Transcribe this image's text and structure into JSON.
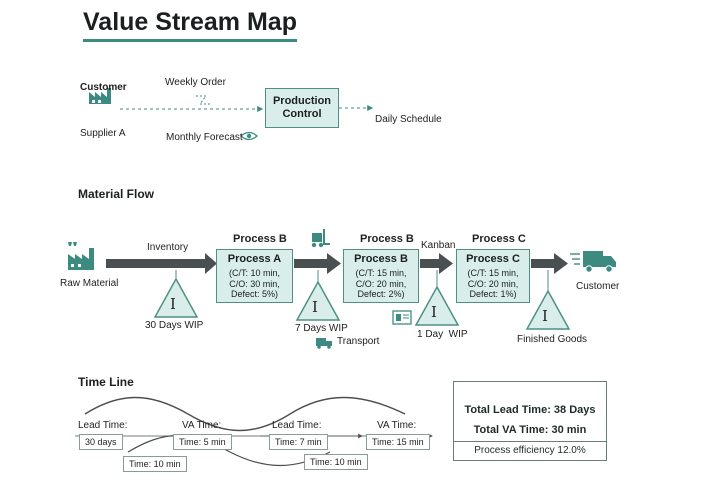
{
  "title": "Value Stream Map",
  "info_flow": {
    "customer_label": "Customer",
    "supplier_label": "Supplier A",
    "weekly_order": "Weekly Order",
    "monthly_forecast": "Monthly Forecast",
    "production_control": "Production Control",
    "daily_schedule": "Daily Schedule"
  },
  "material_flow": {
    "section_title": "Material Flow",
    "raw_material": "Raw Material",
    "inventory_label": "Inventory",
    "kanban_label": "Kanban",
    "customer_label": "Customer",
    "transport_label": "Transport",
    "processes": [
      {
        "header": "Process B",
        "name": "Process A",
        "ct": "(C/T: 10 min,",
        "co": "C/O: 30 min,",
        "defect": "Defect: 5%)"
      },
      {
        "header": "Process B",
        "name": "Process B",
        "ct": "(C/T: 15 min,",
        "co": "C/O: 20 min,",
        "defect": "Defect: 2%)"
      },
      {
        "header": "Process C",
        "name": "Process C",
        "ct": "(C/T: 15 min,",
        "co": "C/O: 20 min,",
        "defect": "Defect: 1%)"
      }
    ],
    "inventories": [
      {
        "glyph": "I",
        "label": "30 Days WIP"
      },
      {
        "glyph": "I",
        "label": "7 Days WIP"
      },
      {
        "glyph": "I",
        "label": "1 Day  WIP"
      },
      {
        "glyph": "I",
        "label": "Finished Goods"
      }
    ]
  },
  "timeline": {
    "section_title": "Time Line",
    "lead_time_1_label": "Lead Time:",
    "lead_time_1_value": "30 days",
    "va_time_1_label": "VA Time:",
    "va_time_1_value": "Time: 5 min",
    "lead_time_2_label": "Lead Time:",
    "lead_time_2_value": "Time: 7 min",
    "va_time_2_label": "VA Time:",
    "va_time_2_value": "Time: 15 min",
    "lower_1": "Time: 10 min",
    "lower_2": "Time: 10 min"
  },
  "summary": {
    "total_lead_time": "Total Lead Time: 38 Days",
    "total_va_time": "Total VA Time: 30 min",
    "efficiency": "Process efficiency 12.0%"
  },
  "colors": {
    "accent": "#3d8b80",
    "box_fill": "#d9eeea",
    "arrow": "#4a4f52"
  }
}
